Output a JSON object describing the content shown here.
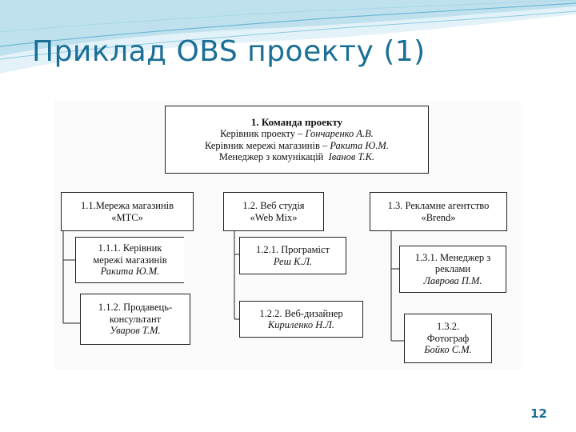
{
  "slide": {
    "title": "Приклад OBS проекту (1)",
    "page_number": "12"
  },
  "root": {
    "title": "1. Команда проекту",
    "line1_role": "Керівник проекту – ",
    "line1_name": "Гончаренко А.В.",
    "line2_role": "Керівник мережі магазинів – ",
    "line2_name": "Ракита Ю.М.",
    "line3_role": "Менеджер з комунікацій  ",
    "line3_name": "Іванов Т.К."
  },
  "groups": [
    {
      "line1": "1.1.Мережа магазинів",
      "line2": "«МТС»",
      "children": [
        {
          "lines": [
            "1.1.1. Керівник",
            "мережі магазинів"
          ],
          "name": "Ракита Ю.М."
        },
        {
          "lines": [
            "1.1.2. Продавець-",
            "консультант"
          ],
          "name": "Уваров Т.М."
        }
      ]
    },
    {
      "line1": "1.2. Веб студія",
      "line2": "«Web Mix»",
      "children": [
        {
          "lines": [
            "1.2.1. Програміст"
          ],
          "name": "Реш К.Л."
        },
        {
          "lines": [
            "1.2.2. Веб-дизайнер"
          ],
          "name": "Кириленко Н.Л."
        }
      ]
    },
    {
      "line1": "1.3. Рекламне агентство",
      "line2": "«Brend»",
      "children": [
        {
          "lines": [
            "1.3.1. Менеджер з",
            "реклами"
          ],
          "name": "Лаврова П.М."
        },
        {
          "lines": [
            "1.3.2.",
            "Фотограф"
          ],
          "name": "Бойко С.М."
        }
      ]
    }
  ]
}
